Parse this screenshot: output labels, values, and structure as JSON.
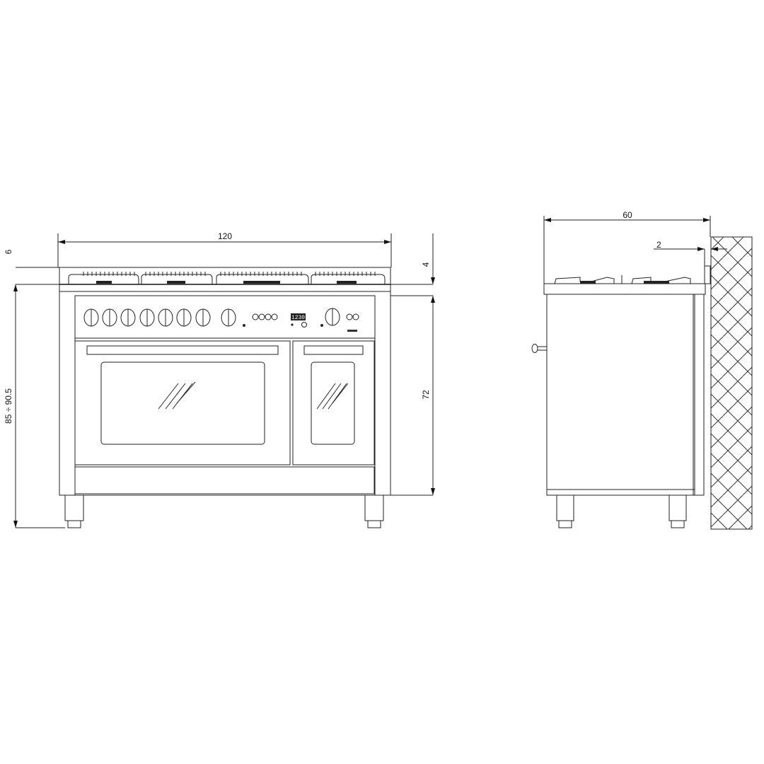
{
  "front_view": {
    "dimensions": {
      "width": "120",
      "hob_offset": "6",
      "total_height": "85 ÷ 90.5",
      "hob_thickness": "4",
      "body_height": "72"
    },
    "display_readout": "1230",
    "knob_count": 9,
    "button_count": 6
  },
  "side_view": {
    "dimensions": {
      "depth": "60",
      "wall_gap": "2"
    }
  },
  "colors": {
    "line": "#222222",
    "background": "#ffffff"
  }
}
